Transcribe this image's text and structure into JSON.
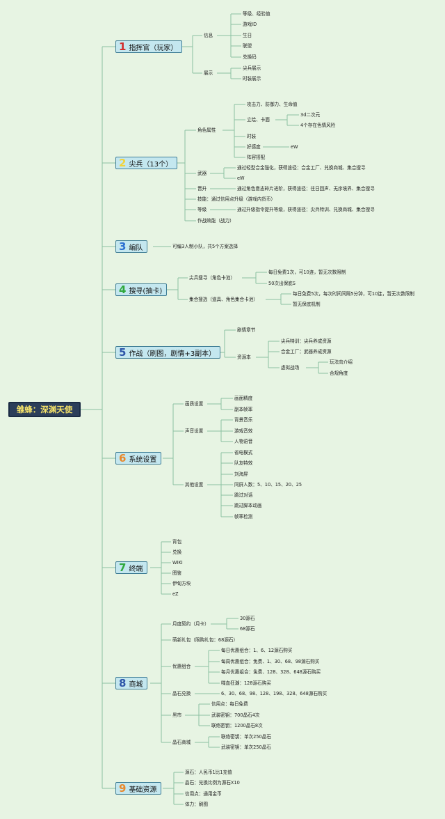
{
  "root_label": "雏蜂：深渊天使",
  "colors": {
    "background": "#e7f4e3",
    "line": "#8bc1a2",
    "branch_fill": "#c4e7ef",
    "branch_border": "#3f7d95",
    "root_fill": "#2c3e5a",
    "root_text": "#f6e36a"
  },
  "branches": [
    {
      "num": "1",
      "label": "指挥官（玩家）",
      "num_color": "#d22d2d"
    },
    {
      "num": "2",
      "label": "尖兵（13个）",
      "num_color": "#f2d33a"
    },
    {
      "num": "3",
      "label": "编队",
      "num_color": "#2c6fd1"
    },
    {
      "num": "4",
      "label": "搜寻(抽卡)",
      "num_color": "#2fa83c"
    },
    {
      "num": "5",
      "label": "作战（刷图，剧情+3副本）",
      "num_color": "#2c54a8"
    },
    {
      "num": "6",
      "label": "系统设置",
      "num_color": "#e8882b"
    },
    {
      "num": "7",
      "label": "终端",
      "num_color": "#2fa83c"
    },
    {
      "num": "8",
      "label": "商城",
      "num_color": "#2c54a8"
    },
    {
      "num": "9",
      "label": "基础资源",
      "num_color": "#e8882b"
    }
  ],
  "nodes": [
    "信息",
    "等级、经验值",
    "游戏ID",
    "生日",
    "联盟",
    "兑换码",
    "展示",
    "尖兵展示",
    "时装展示",
    "角色属性",
    "攻击力、防御力、生命值",
    "立绘、卡面",
    "3d二次元",
    "4个存在色情风险",
    "时装",
    "好感度",
    "eW",
    "阵容搭配",
    "武器",
    "通过轻型合金强化，获得途径：合金工厂、兑换商城、集合搜寻",
    "eW",
    "晋升",
    "通过角色意志碎片进阶，获得途径：往日回声、无序境界、集合搜寻",
    "技能：通过信用点升级（游戏内货币）",
    "等级",
    "通过升级指令提升等级，获得途径：尖兵特训、兑换商城、集合搜寻",
    "作战效能（战力）",
    "可编3人制小队，共5个方案选择",
    "尖兵搜寻（角色卡池）",
    "每日免费1次，可10连，暂无次数限制",
    "50次出保底S",
    "集合搜选（道具、角色集合卡池）",
    "每日免费5次，每次时间间隔5分钟，可10连，暂无次数限制",
    "暂无保底机制",
    "剧情章节",
    "资源本",
    "尖兵特训：尖兵养成资源",
    "合金工厂：武器养成资源",
    "虚拟战场",
    "玩法向介绍",
    "合规角度",
    "画质设置",
    "画面精度",
    "副本帧率",
    "声音设置",
    "背景音乐",
    "游戏音效",
    "人物语音",
    "其他设置",
    "省电模式",
    "队友特效",
    "刘海屏",
    "同屏人数：5、10、15、20、25",
    "跳过对话",
    "跳过脚本动画",
    "帧率检测",
    "背包",
    "兑换",
    "WIKI",
    "图鉴",
    "伊甸方块",
    "eZ",
    "月度契约（月卡）",
    "30源石",
    "68源石",
    "萌新礼包（限购礼包：68源石）",
    "优惠组合",
    "每日优惠组合：1、6、12源石购买",
    "每周优惠组合：免费、1、30、68、98源石购买",
    "每月优惠组合：免费、128、328、648源石购买",
    "喋血狂潮：128源石购买",
    "晶石兑换",
    "6、30、68、98、128、198、328、648源石购买",
    "黑市",
    "信用点：每日免费",
    "武装密钥：700晶石4次",
    "联络密钥：1200晶石8次",
    "晶石商城",
    "联络密钥：单次250晶石",
    "武装密钥：单次250晶石",
    "源石：人民币1比1充值",
    "晶石：兑换比例为源石X10",
    "信用点：通用金币",
    "体力：刷图"
  ]
}
